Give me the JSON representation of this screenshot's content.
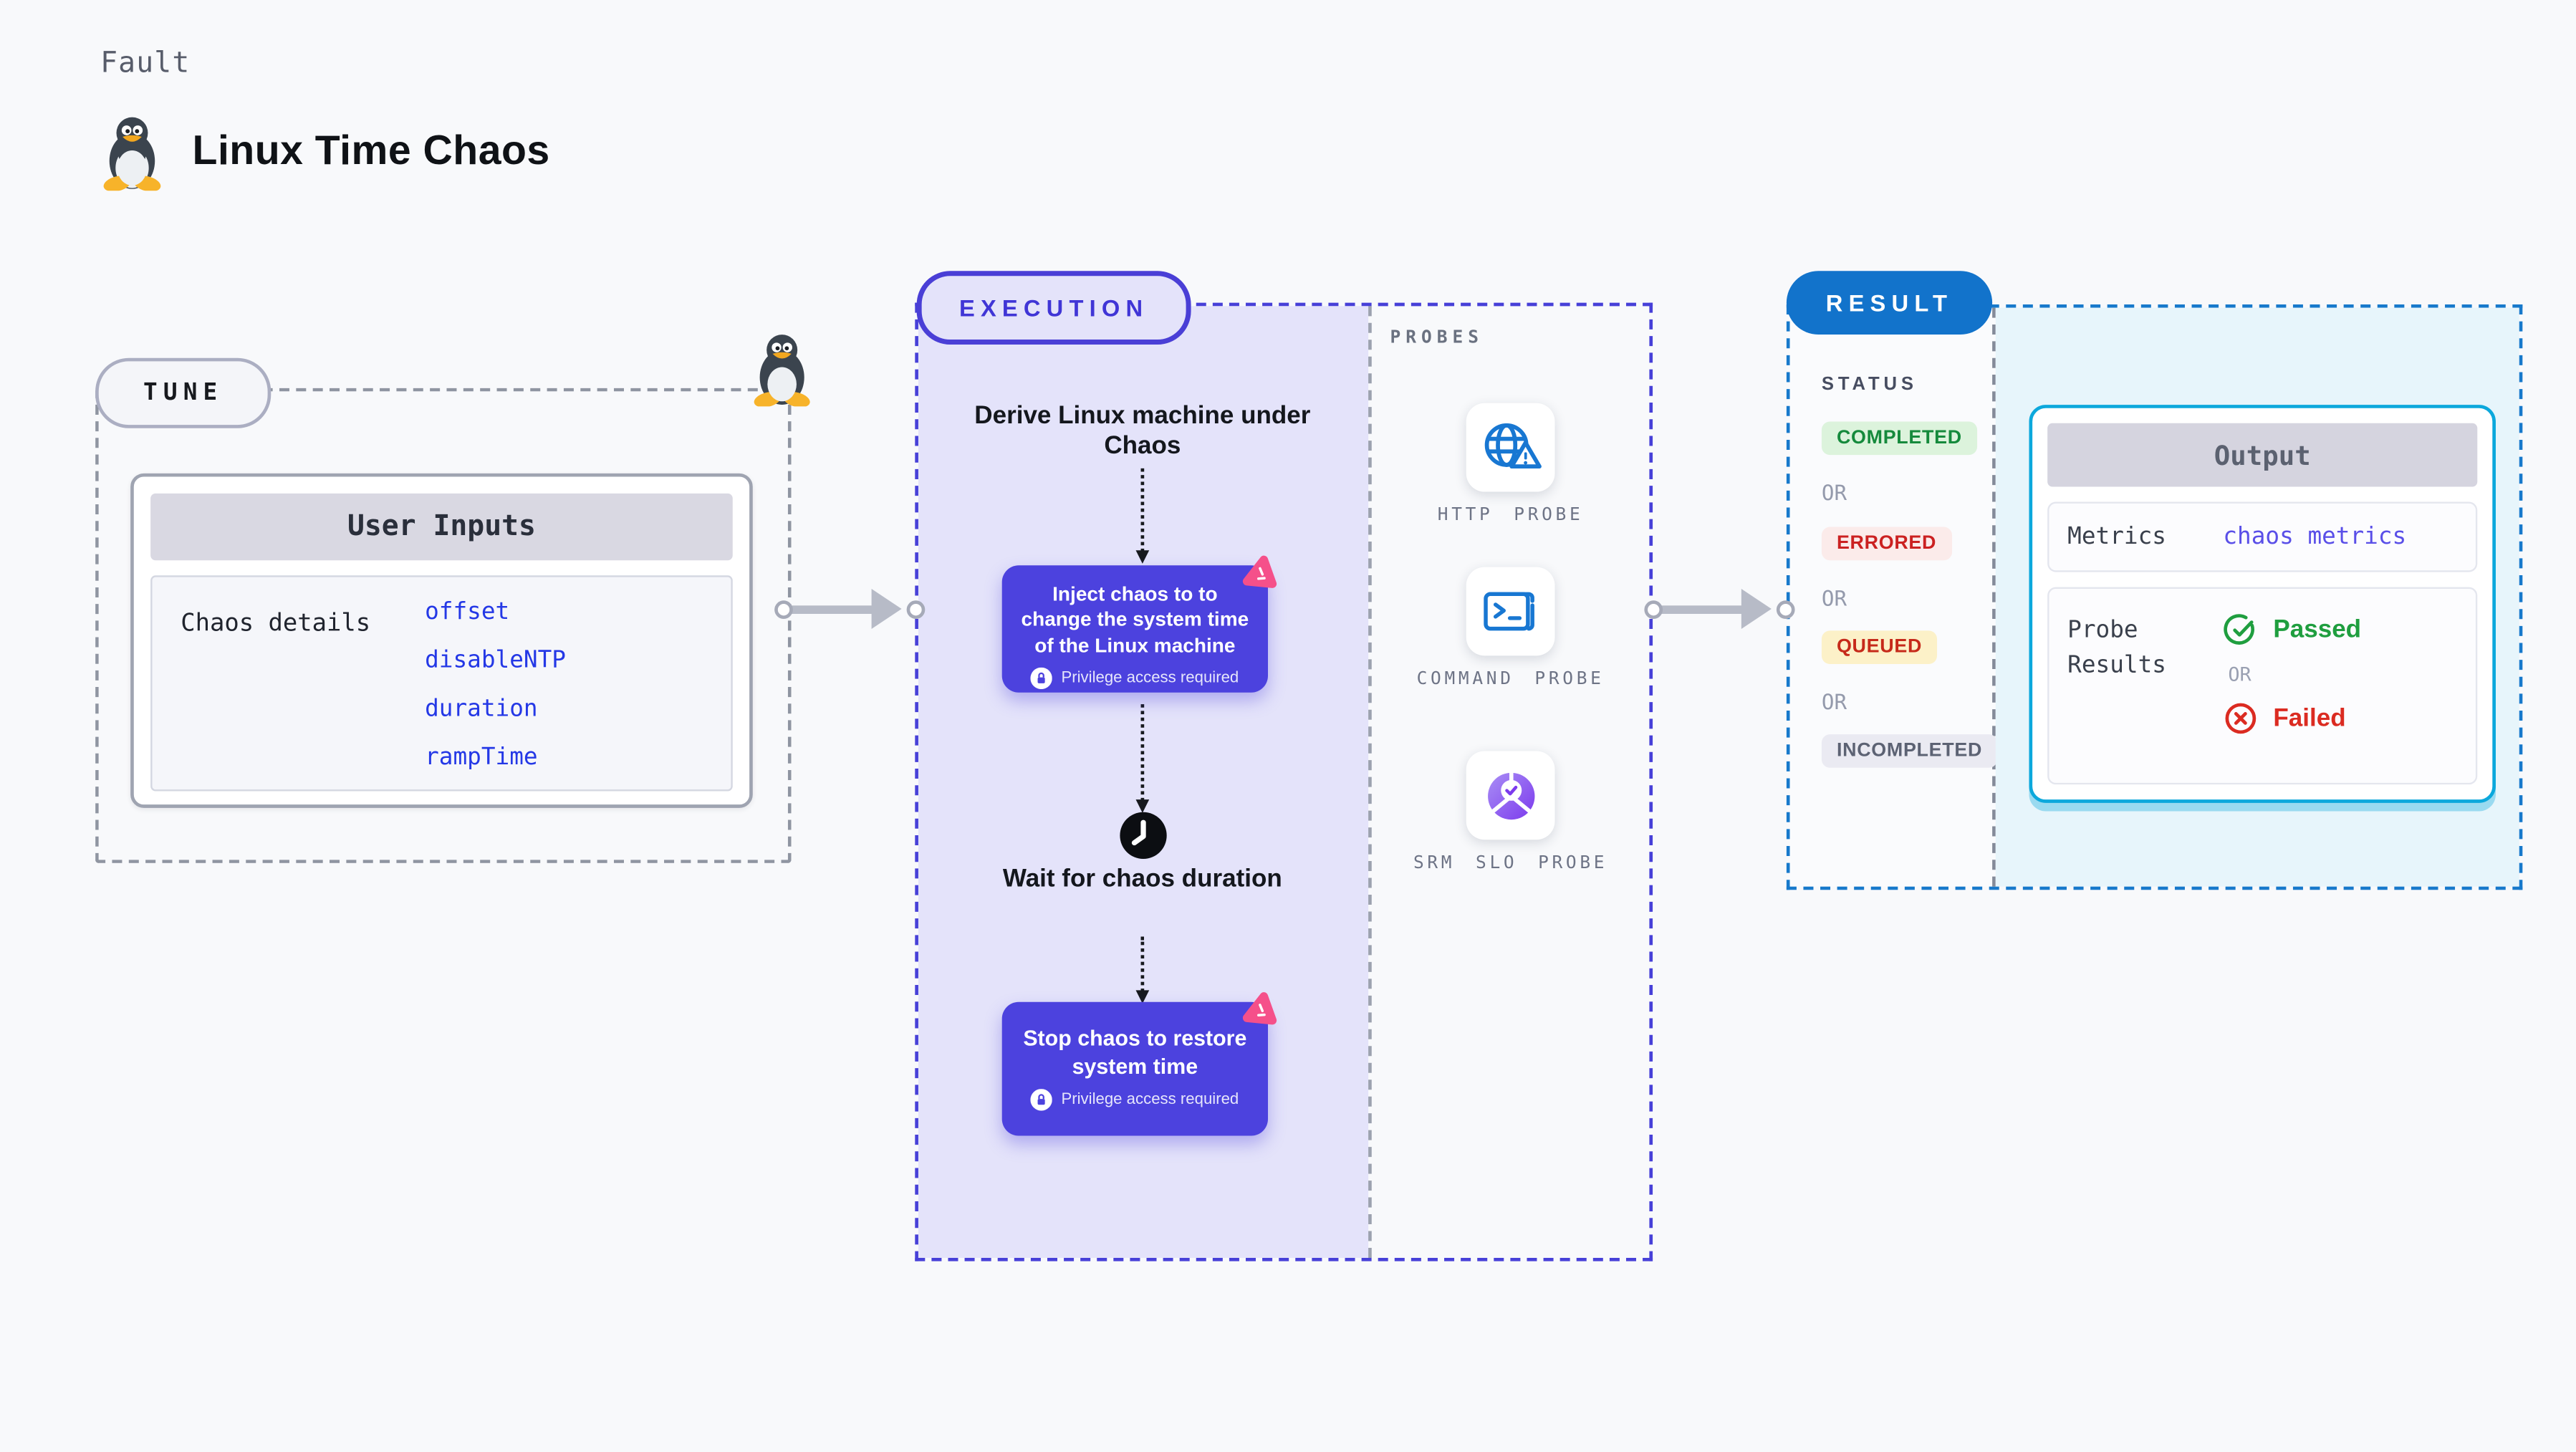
{
  "header": {
    "category_label": "Fault",
    "title": "Linux Time Chaos"
  },
  "tune": {
    "pill": "TUNE",
    "card_header": "User Inputs",
    "row_label": "Chaos details",
    "values": [
      "offset",
      "disableNTP",
      "duration",
      "rampTime"
    ]
  },
  "execution": {
    "pill": "EXECUTION",
    "derive_text": "Derive Linux machine under Chaos",
    "inject": {
      "text": "Inject chaos to to change the system time of the Linux machine",
      "badge": "Privilege access required"
    },
    "wait_text": "Wait for chaos duration",
    "stop": {
      "text": "Stop chaos to restore system time",
      "badge": "Privilege access required"
    }
  },
  "probes": {
    "heading": "PROBES",
    "items": [
      {
        "icon": "globe-warning-icon",
        "label": "HTTP PROBE"
      },
      {
        "icon": "terminal-icon",
        "label": "COMMAND PROBE"
      },
      {
        "icon": "slo-donut-icon",
        "label": "SRM SLO PROBE"
      }
    ]
  },
  "result": {
    "pill": "RESULT",
    "status_heading": "STATUS",
    "or": "OR",
    "badges": [
      {
        "label": "COMPLETED",
        "fg": "#158A3C",
        "bg": "#DCF3DC"
      },
      {
        "label": "ERRORED",
        "fg": "#CB2121",
        "bg": "#FBEBEA"
      },
      {
        "label": "QUEUED",
        "fg": "#C62A1A",
        "bg": "#FCF1C8"
      },
      {
        "label": "INCOMPLETED",
        "fg": "#5C6273",
        "bg": "#EAEAF2"
      }
    ],
    "output": {
      "header": "Output",
      "metrics_label": "Metrics",
      "metrics_value": "chaos metrics",
      "probe_results_label": "Probe Results",
      "passed": "Passed",
      "or": "OR",
      "failed": "Failed"
    }
  },
  "colors": {
    "page_bg": "#F8F9FB",
    "lavender_bg": "#E4E3FA",
    "indigo_accent": "#4C42DE",
    "result_pill_blue": "#1273CB",
    "output_border_cyan": "#0CA8DC",
    "cyan_bg": "#E7F5FB",
    "value_blue": "#2438E6",
    "metrics_blue": "#5A4FE8",
    "passed_green": "#1F9E3F",
    "failed_red": "#DB2B21",
    "chaos_pink": "#F5508A"
  }
}
